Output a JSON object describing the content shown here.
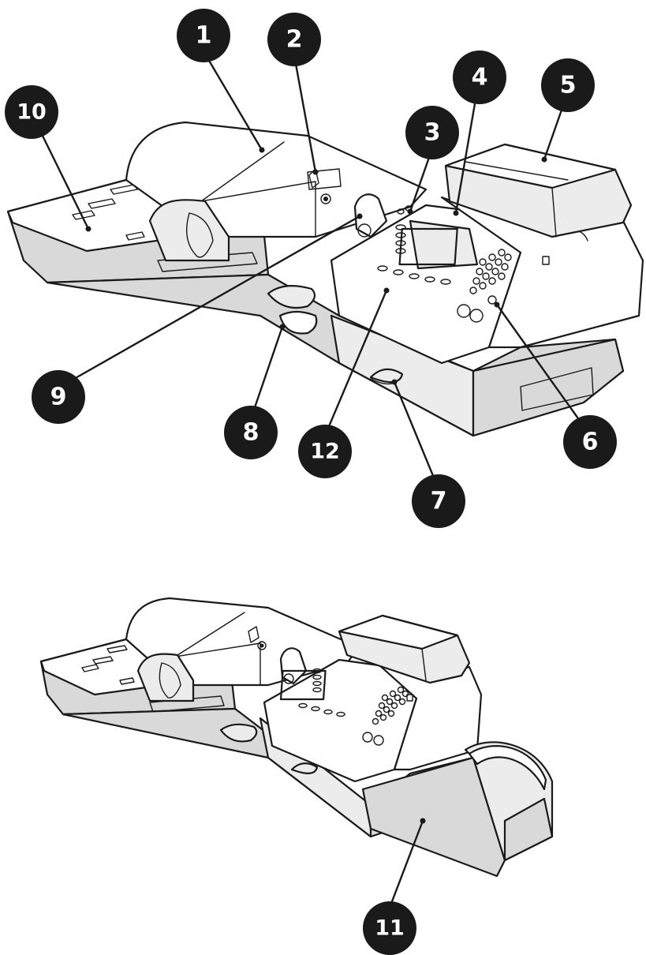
{
  "callouts": [
    {
      "id": "c1",
      "label": "1"
    },
    {
      "id": "c2",
      "label": "2"
    },
    {
      "id": "c3",
      "label": "3"
    },
    {
      "id": "c4",
      "label": "4"
    },
    {
      "id": "c5",
      "label": "5"
    },
    {
      "id": "c6",
      "label": "6"
    },
    {
      "id": "c7",
      "label": "7"
    },
    {
      "id": "c8",
      "label": "8"
    },
    {
      "id": "c9",
      "label": "9"
    },
    {
      "id": "c10",
      "label": "10"
    },
    {
      "id": "c11",
      "label": "11"
    },
    {
      "id": "c12",
      "label": "12"
    }
  ],
  "colors": {
    "callout": "#1a1a1a",
    "body": "#d9d9d9",
    "outline": "#1a1a1a"
  },
  "icons": [
    "postage-meter-illustration",
    "postage-meter-with-stacker-illustration"
  ]
}
